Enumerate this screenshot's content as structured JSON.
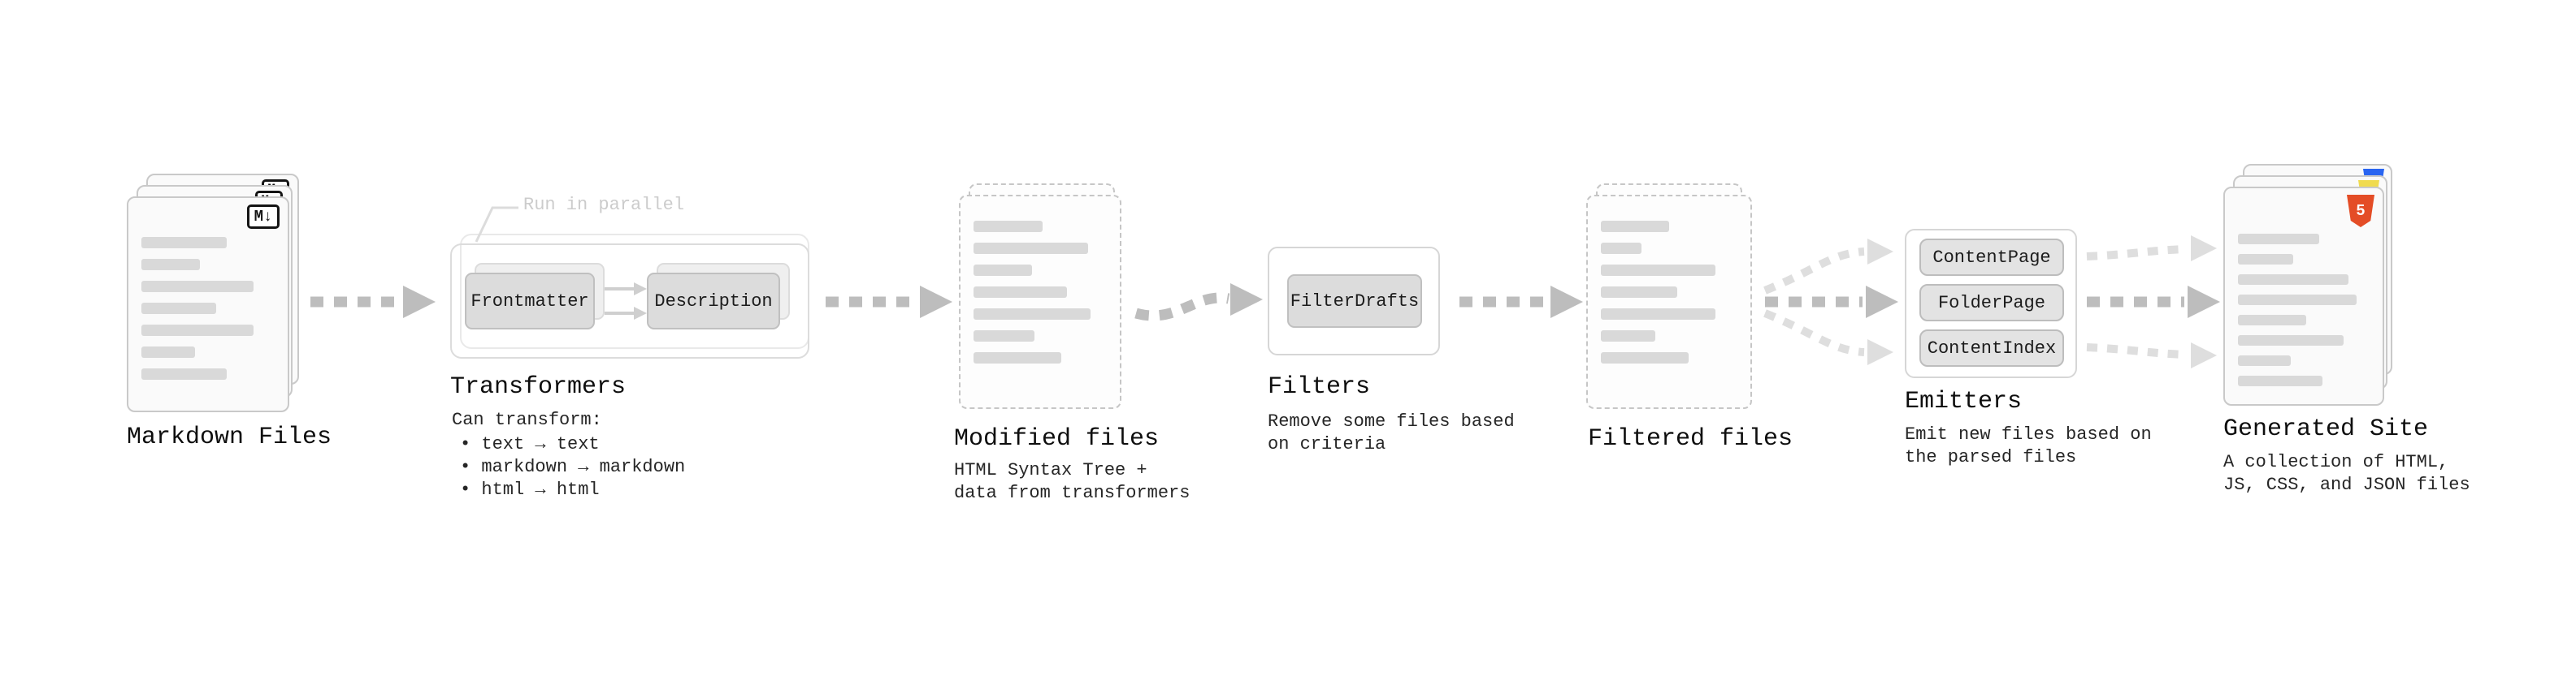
{
  "colors": {
    "arrow": "#bdbdbd",
    "arrow_light": "#dedede",
    "card_border": "#c9c9c9",
    "bar_fill": "#d9d9d9",
    "box_fill": "#dcdcdc",
    "html5_badge": "#e44d26",
    "js_badge": "#f0db4f",
    "css_badge": "#2965f1"
  },
  "icons": {
    "markdown_badge": "M↓",
    "html5_badge": "5"
  },
  "stages": {
    "markdown_files": {
      "label": "Markdown Files"
    },
    "transformers": {
      "label": "Transformers",
      "annotation": "Run in parallel",
      "boxes": [
        "Frontmatter",
        "Description"
      ],
      "description_title": "Can transform:",
      "bullets": [
        "• text → text",
        "• markdown → markdown",
        "• html → html"
      ]
    },
    "modified_files": {
      "label": "Modified files",
      "description": "HTML Syntax Tree +\ndata from transformers"
    },
    "filters": {
      "label": "Filters",
      "box": "FilterDrafts",
      "description": "Remove some files based\non criteria"
    },
    "filtered_files": {
      "label": "Filtered files"
    },
    "emitters": {
      "label": "Emitters",
      "pills": [
        "ContentPage",
        "FolderPage",
        "ContentIndex"
      ],
      "description": "Emit new files based on\nthe parsed files"
    },
    "generated_site": {
      "label": "Generated Site",
      "description": "A collection of HTML,\nJS, CSS, and JSON files"
    }
  }
}
